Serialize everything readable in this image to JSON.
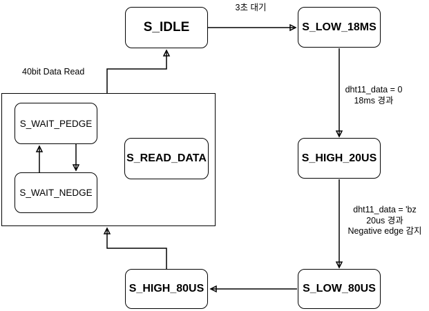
{
  "diagram": {
    "group_label": "40bit Data Read",
    "states": {
      "idle": "S_IDLE",
      "low18ms": "S_LOW_18MS",
      "high20us": "S_HIGH_20US",
      "low80us": "S_LOW_80US",
      "high80us": "S_HIGH_80US",
      "read_data": "S_READ_DATA",
      "wait_pedge": "S_WAIT_PEDGE",
      "wait_nedge": "S_WAIT_NEDGE"
    },
    "edge_labels": {
      "idle_to_low18ms": "3초 대기",
      "low18ms_to_high20us": [
        "dht11_data = 0",
        "18ms 경과"
      ],
      "high20us_to_low80us": [
        "dht11_data = 'bz",
        "20us 경과",
        "Negative edge 감지"
      ]
    },
    "colors": {
      "stroke": "#000000",
      "fill": "#ffffff",
      "background": "#ffffff"
    }
  }
}
